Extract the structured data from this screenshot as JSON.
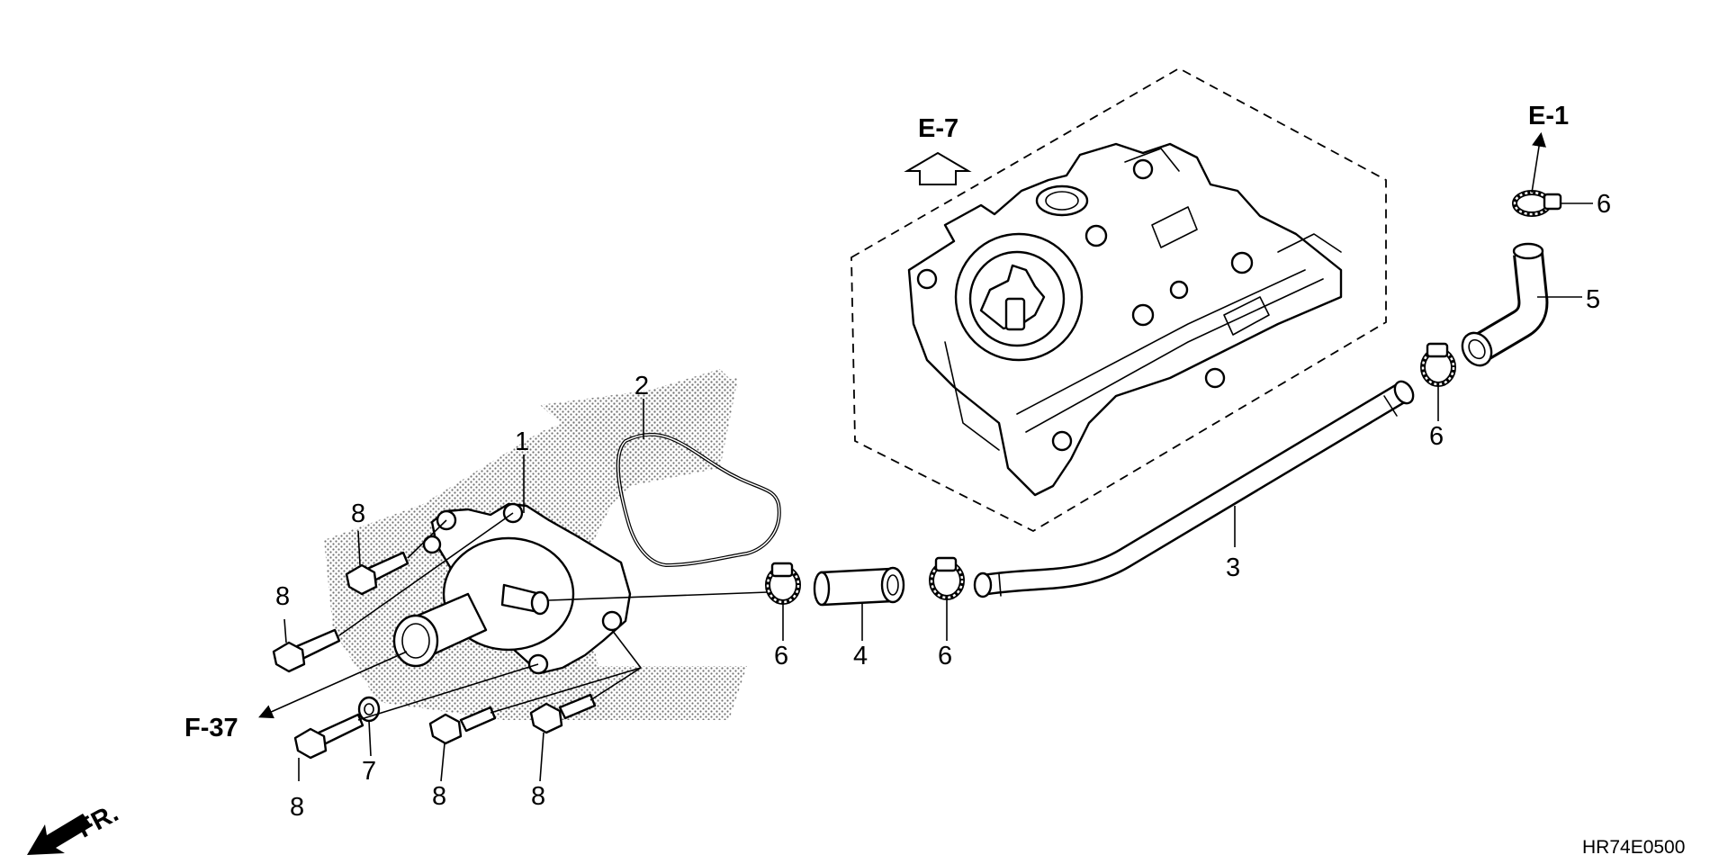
{
  "diagram": {
    "part_numbers": {
      "p1": "1",
      "p2": "2",
      "p3": "3",
      "p4": "4",
      "p5": "5",
      "p6a": "6",
      "p6b": "6",
      "p6c": "6",
      "p6d": "6",
      "p7": "7",
      "p8a": "8",
      "p8b": "8",
      "p8c": "8",
      "p8d": "8",
      "p8e": "8"
    },
    "references": {
      "e7": "E-7",
      "e1": "E-1",
      "f37": "F-37",
      "front": "FR."
    },
    "diagram_code": "HR74E0500"
  }
}
